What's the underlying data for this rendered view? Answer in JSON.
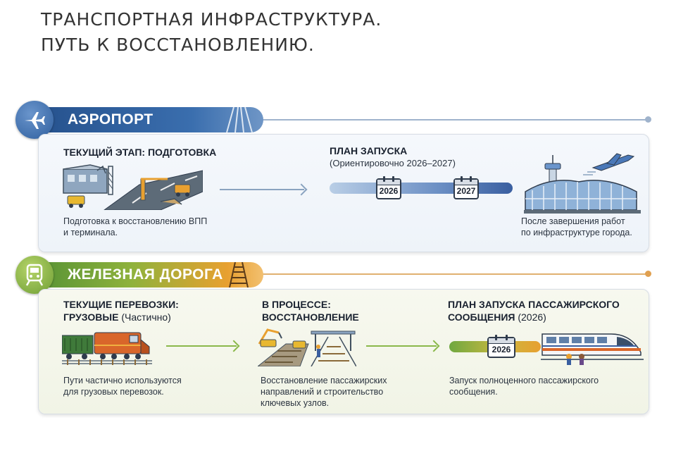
{
  "title": {
    "line1": "ТРАНСПОРТНАЯ ИНФРАСТРУКТУРА.",
    "line2": "ПУТЬ К ВОССТАНОВЛЕНИЮ."
  },
  "airport": {
    "label": "АЭРОПОРТ",
    "icon": "airplane-icon",
    "current": {
      "heading": "ТЕКУЩИЙ ЭТАП: ПОДГОТОВКА",
      "caption_1": "Подготовка к восстановлению ВПП",
      "caption_2": "и терминала."
    },
    "plan": {
      "heading": "ПЛАН ЗАПУСКА",
      "subheading": "(Ориентировочно 2026–2027)",
      "year_start": "2026",
      "year_end": "2027"
    },
    "final": {
      "caption_1": "После завершения работ",
      "caption_2": "по инфраструктуре города."
    },
    "colors": {
      "banner": "#2f5f9e",
      "circle": "#4a78b8"
    }
  },
  "railway": {
    "label": "ЖЕЛЕЗНАЯ ДОРОГА",
    "icon": "train-icon",
    "current": {
      "heading_1": "ТЕКУЩИЕ ПЕРЕВОЗКИ:",
      "heading_2_bold": "ГРУЗОВЫЕ",
      "heading_2_note": "(Частично)",
      "caption_1": "Пути частично используются",
      "caption_2": "для грузовых перевозок."
    },
    "progress": {
      "heading_1": "В ПРОЦЕССЕ:",
      "heading_2": "ВОССТАНОВЛЕНИЕ",
      "caption_1": "Восстановление пассажирских",
      "caption_2": "направлений и строительство",
      "caption_3": "ключевых узлов."
    },
    "plan": {
      "heading_1": "ПЛАН ЗАПУСКА ПАССАЖИРСКОГО",
      "heading_2_bold": "СООБЩЕНИЯ",
      "heading_2_note": "(2026)",
      "year": "2026",
      "caption_1": "Запуск полноценного пассажирского",
      "caption_2": "сообщения."
    },
    "colors": {
      "banner_start": "#5a9a3a",
      "banner_end": "#e8a030",
      "circle": "#8ab84a"
    }
  }
}
